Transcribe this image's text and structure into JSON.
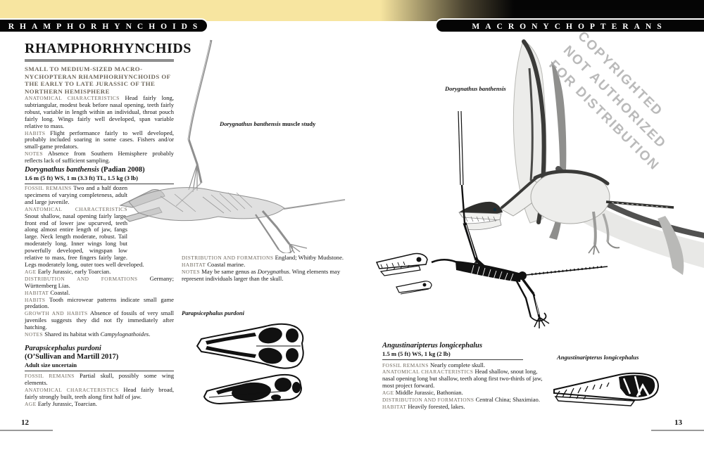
{
  "banners": {
    "left": "RHAMPHORHYNCHOIDS",
    "right": "MACRONYCHOPTERANS"
  },
  "colors": {
    "banner_tan": "#f7e5a0",
    "banner_black": "#050505",
    "tab_text": "#ffffff",
    "label_brown": "#6e675c",
    "text_black": "#141414",
    "rule_gray": "#8f8f8f",
    "watermark_gray": "#a9a9a9"
  },
  "left_page": {
    "page_number": "12",
    "heading": "RHAMPHORHYNCHIDS",
    "intro": "SMALL TO MEDIUM-SIZED MACRO-NYCHOPTERAN RHAMPHORHYNCHOIDS OF THE EARLY TO LATE JURASSIC OF THE NORTHERN HEMISPHERE",
    "group_paragraphs": [
      {
        "label": "ANATOMICAL CHARACTERISTICS",
        "text": "Head fairly long, subtriangular, modest beak before nasal opening, teeth fairly robust, variable in length within an individual, throat pouch fairly long. Wings fairly well developed, span variable relative to mass."
      },
      {
        "label": "HABITS",
        "text": "Flight performance fairly to well developed, probably included soaring in some cases. Fishers and/or small-game predators."
      },
      {
        "label": "NOTES",
        "text": "Absence from Southern Hemisphere probably reflects lack of sufficient sampling."
      }
    ],
    "species1": {
      "name": "Dorygnathus banthensis",
      "authority": " (Padian 2008)",
      "stats": "1.6 m (5 ft) WS, 1 m (3.3 ft) TL, 1.5 kg (3 lb)",
      "paragraphs": [
        {
          "label": "FOSSIL REMAINS",
          "text": "Two and a half dozen specimens of varying completeness, adult and large juvenile."
        },
        {
          "label": "ANATOMICAL CHARACTERISTICS",
          "text": "Snout shallow, nasal opening fairly large, front end of lower jaw upcurved, teeth along almost entire length of jaw, fangs large. Neck length moderate, robust. Tail moderately long. Inner wings long but powerfully developed, wingspan low relative to mass, free fingers fairly large. Legs moderately long, outer toes well developed."
        },
        {
          "label": "AGE",
          "text": "Early Jurassic, early Toarcian."
        },
        {
          "label": "DISTRIBUTION AND FORMATIONS",
          "text": "Germany; Württemberg Lias."
        },
        {
          "label": "HABITAT",
          "text": "Coastal."
        },
        {
          "label": "HABITS",
          "text": "Tooth microwear patterns indicate small game predation."
        },
        {
          "label": "GROWTH AND HABITS",
          "text": "Absence of fossils of very small juveniles suggests they did not fly immediately after hatching."
        },
        {
          "label": "NOTES",
          "text": "Shared its habitat with ",
          "italic": "Campylognathoides",
          "after": "."
        }
      ]
    },
    "species2": {
      "name": "Parapsicephalus purdoni",
      "authority_line": "(O’Sullivan and Martill 2017)",
      "stats": "Adult size uncertain",
      "paragraphs": [
        {
          "label": "FOSSIL REMAINS",
          "text": "Partial skull, possibly some wing elements."
        },
        {
          "label": "ANATOMICAL CHARACTERISTICS",
          "text": "Head fairly broad, fairly strongly built, teeth along first half of jaw."
        },
        {
          "label": "AGE",
          "text": "Early Jurassic, Toarcian."
        }
      ]
    },
    "continued": [
      {
        "label": "DISTRIBUTION AND FORMATIONS",
        "text": "England; Whitby Mudstone."
      },
      {
        "label": "HABITAT",
        "text": "Coastal marine."
      },
      {
        "label": "NOTES",
        "text": "May be same genus as ",
        "italic": "Dorygnathus",
        "after": ". Wing elements may represent individuals larger than the skull."
      }
    ],
    "caption_muscle": {
      "name": "Dorygnathus banthensis",
      "suffix": " muscle study"
    },
    "caption_skulls": "Parapsicephalus purdoni"
  },
  "right_page": {
    "page_number": "13",
    "caption_top": "Dorygnathus banthensis",
    "caption_skull": "Angustinaripterus longicephalus",
    "watermark": {
      "line1": "COPYRIGHTED",
      "line2": "NOT AUTHORIZED",
      "line3": "FOR DISTRIBUTION"
    },
    "species": {
      "name": "Angustinaripterus longicephalus",
      "stats": "1.5 m (5 ft) WS, 1 kg (2 lb)",
      "paragraphs": [
        {
          "label": "FOSSIL REMAINS",
          "text": "Nearly complete skull."
        },
        {
          "label": "ANATOMICAL CHARACTERISTICS",
          "text": "Head shallow, snout long, nasal opening long but shallow, teeth along first two-thirds of jaw, most project forward."
        },
        {
          "label": "AGE",
          "text": "Middle Jurassic, Bathonian."
        },
        {
          "label": "DISTRIBUTION AND FORMATIONS",
          "text": "Central China; Shaximiao."
        },
        {
          "label": "HABITAT",
          "text": "Heavily forested, lakes."
        }
      ]
    }
  }
}
